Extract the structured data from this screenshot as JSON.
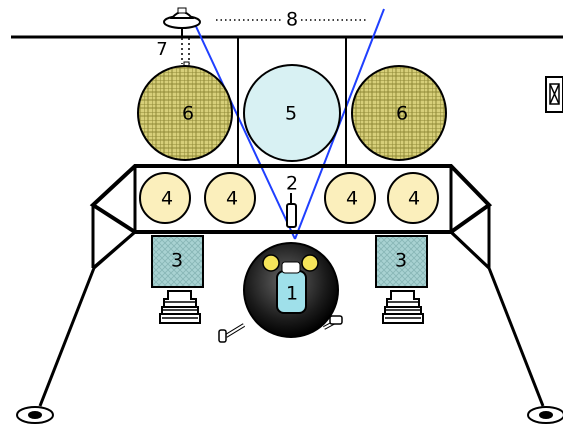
{
  "diagram": {
    "labels": {
      "cockpit": "1",
      "antenna": "2",
      "block": "3",
      "fuel_tank": "4",
      "center_tank": "5",
      "side_tank": "6",
      "mast": "7",
      "cable": "8"
    }
  },
  "colors": {
    "outline": "#000000",
    "beam": "#1f3fff",
    "mesh_tank": "#d7cf7a",
    "mesh_line": "#8f8836",
    "center_tank": "#d8f1f3",
    "fuel_tank": "#fbefbc",
    "block": "#a8d2d2",
    "cockpit_body": "#111111",
    "cockpit_window": "#9fe0ea",
    "lamp": "#f6e55a"
  },
  "icons": {
    "cable_mount": "beacon-icon",
    "panel_corner": "panel-icon",
    "foot": "foot-pad-icon"
  }
}
